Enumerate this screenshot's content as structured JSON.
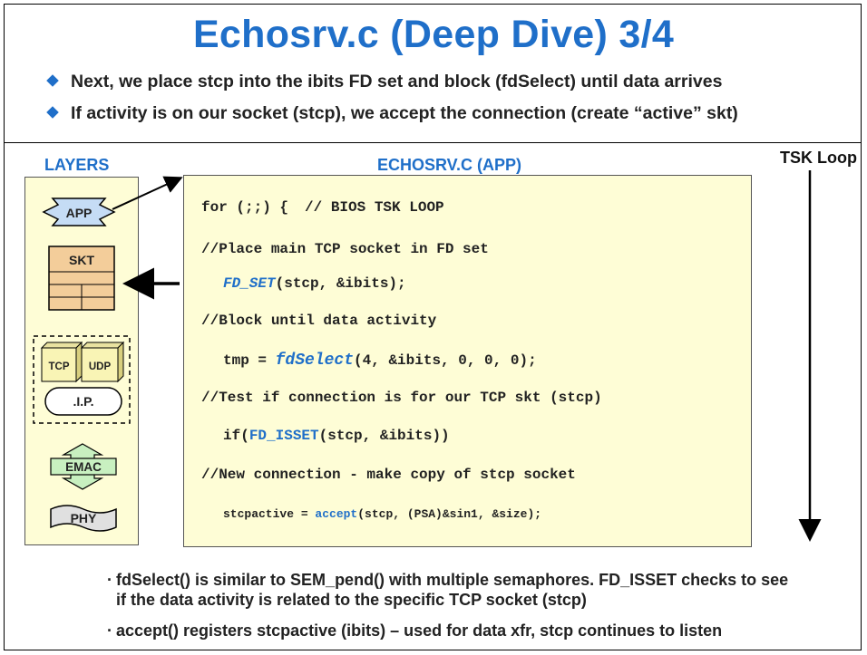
{
  "title": "Echosrv.c (Deep Dive) 3/4",
  "bullets": [
    "Next, we place stcp into the ibits FD set and block (fdSelect) until data arrives",
    "If activity is on our socket (stcp), we accept the connection (create “active” skt)"
  ],
  "layers_header": "LAYERS",
  "app_header": "ECHOSRV.C (APP)",
  "tsk_loop_label": "TSK Loop",
  "layers": {
    "app": "APP",
    "skt": "SKT",
    "tcp": "TCP",
    "udp": "UDP",
    "ip": ".I.P.",
    "emac": "EMAC",
    "phy": "PHY"
  },
  "code": {
    "loop_open": "for (;;) {",
    "loop_comment": "// BIOS TSK LOOP",
    "comment1": "//Place main TCP socket in FD set",
    "fd_set_fn": "FD_SET",
    "fd_set_args": "(stcp, &ibits);",
    "comment2": "//Block until data activity",
    "select_lhs": "tmp = ",
    "select_fn": "fdSelect",
    "select_args": "(4, &ibits, 0, 0, 0);",
    "comment3": "//Test if connection is for our TCP skt (stcp)",
    "isset_pre": "if(",
    "isset_fn": "FD_ISSET",
    "isset_args": "(stcp, &ibits))",
    "comment4": "//New connection - make copy of stcp socket",
    "accept_lhs": "stcpactive = ",
    "accept_fn": "accept",
    "accept_args": "(stcp, (PSA)&sin1, &size);"
  },
  "notes": [
    "fdSelect() is similar to SEM_pend() with multiple semaphores. FD_ISSET checks to see",
    "if the data activity is related to the specific TCP socket (stcp)",
    "accept() registers stcpactive (ibits) – used for data xfr, stcp continues to listen"
  ],
  "colors": {
    "accent": "#1f6fc9",
    "panel": "#fefdd6",
    "emac_green": "#c8f0c0"
  }
}
